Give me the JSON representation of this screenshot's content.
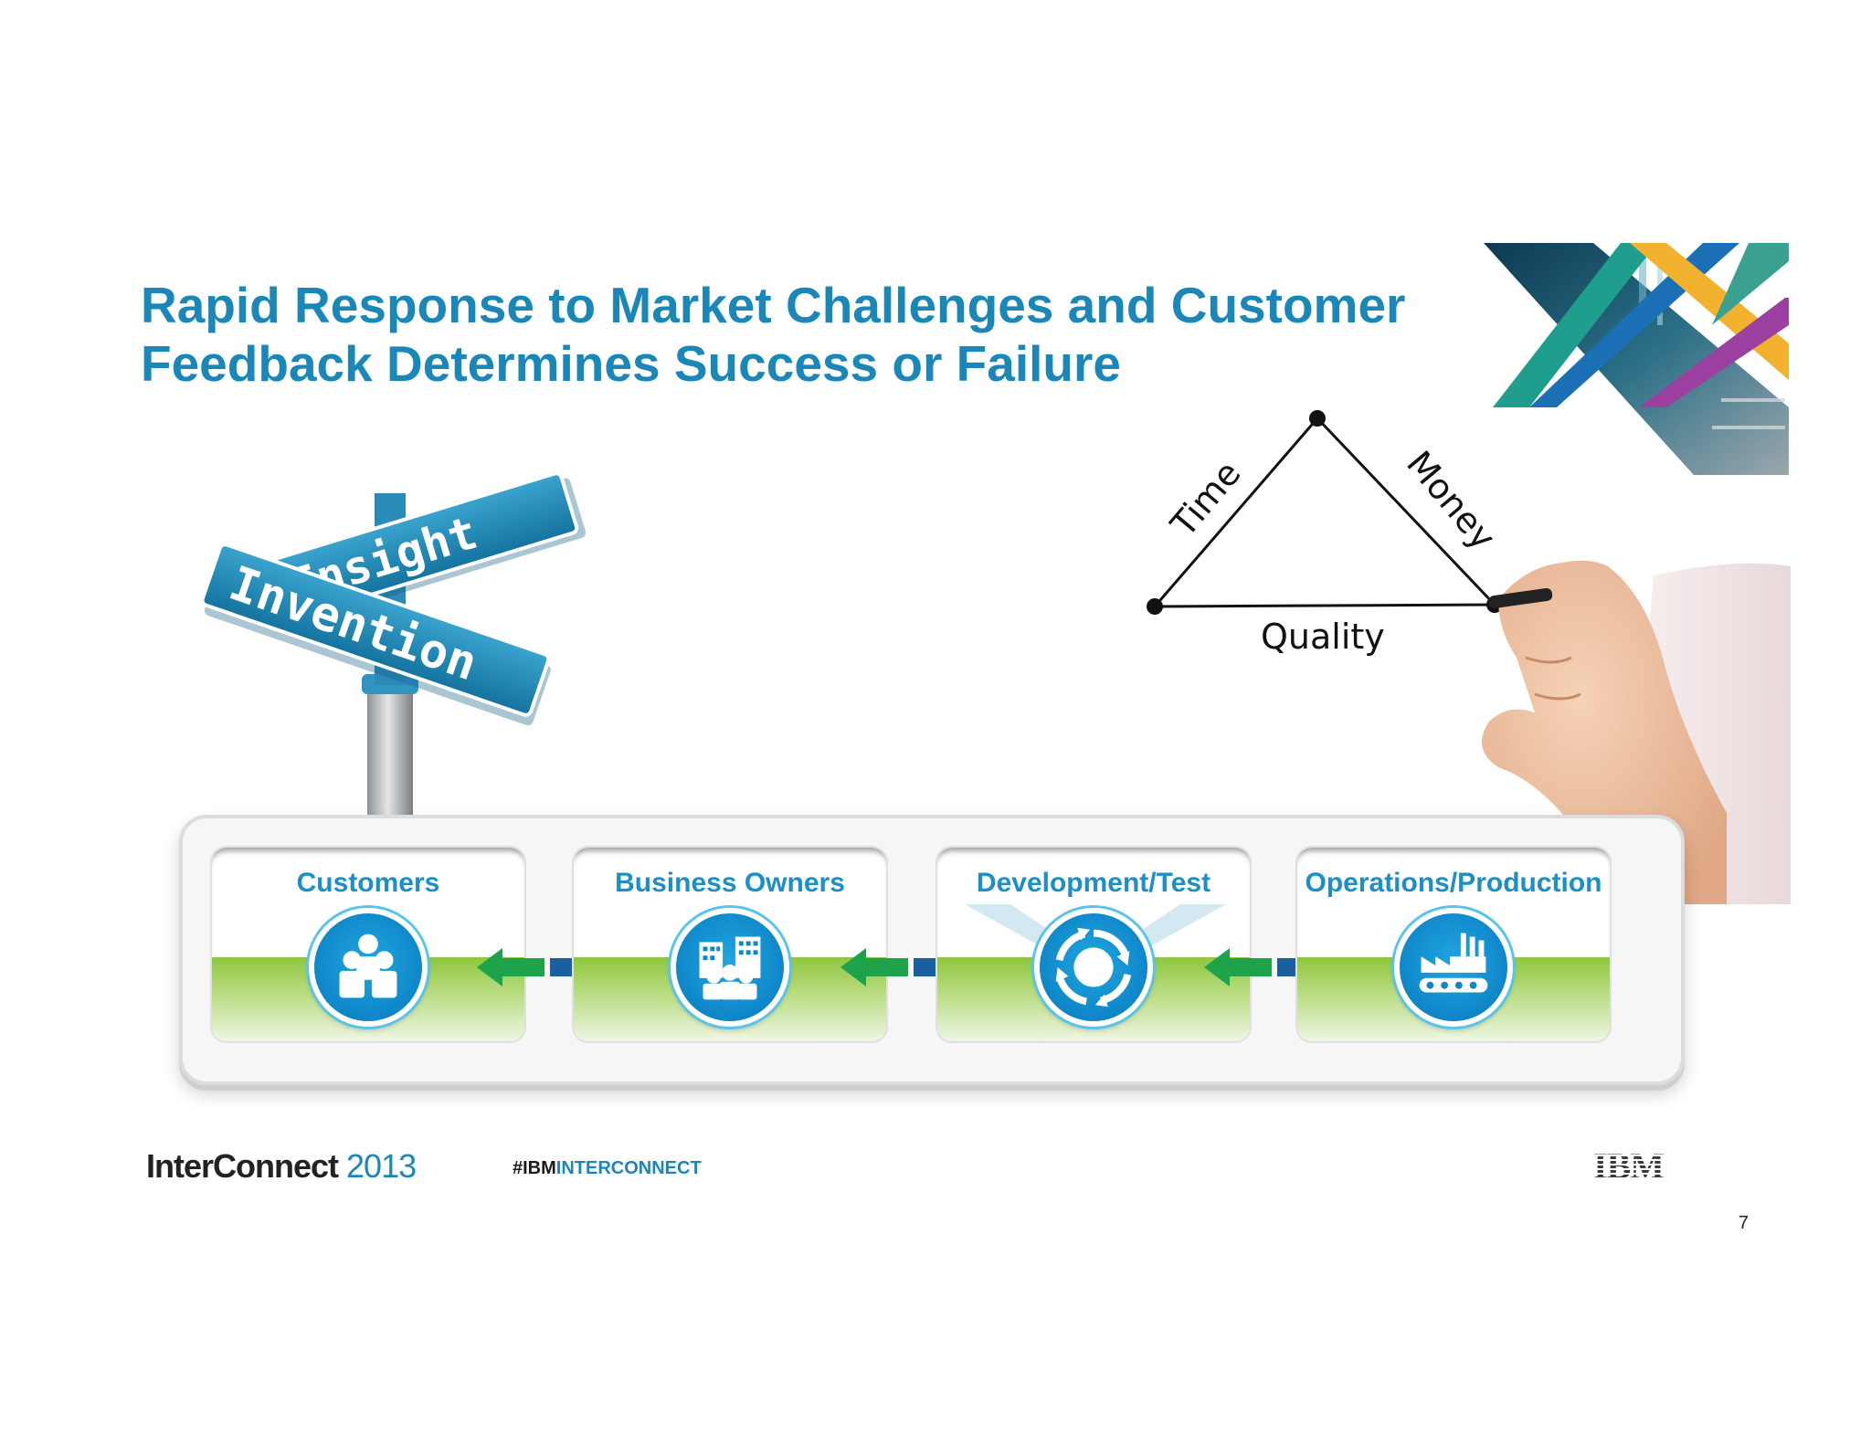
{
  "slide": {
    "title_line1": "Rapid Response to Market Challenges and Customer",
    "title_line2": "Feedback Determines Success or Failure",
    "page_number": "7"
  },
  "street_sign": {
    "top_sign": "Insight",
    "bottom_sign": "Invention"
  },
  "triangle": {
    "left_edge": "Time",
    "right_edge": "Money",
    "bottom_edge": "Quality"
  },
  "workflow": {
    "stages": [
      {
        "label": "Customers",
        "icon": "people-group-icon"
      },
      {
        "label": "Business Owners",
        "icon": "business-building-icon"
      },
      {
        "label": "Development/Test",
        "icon": "cycle-arrows-icon"
      },
      {
        "label": "Operations/Production",
        "icon": "factory-icon"
      }
    ],
    "connector_icon": "bidirectional-arrows-icon"
  },
  "footer": {
    "brand_name": "InterConnect",
    "brand_year": "2013",
    "hashtag_prefix": "#IBM",
    "hashtag_suffix": "INTERCONNECT",
    "logo": "IBM"
  },
  "colors": {
    "title_blue": "#1b87b8",
    "stage_label_blue": "#1b8fc6",
    "green_band": "#8dc63f",
    "arrow_green": "#1fa34a",
    "arrow_blue": "#1a5f9e"
  }
}
